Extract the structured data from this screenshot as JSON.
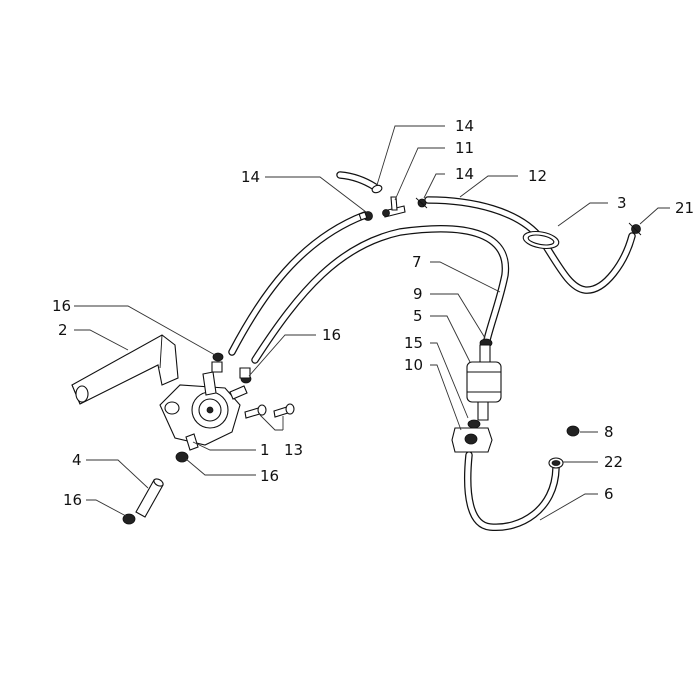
{
  "diagram": {
    "callouts": [
      {
        "id": "c14a",
        "text": "14"
      },
      {
        "id": "c11",
        "text": "11"
      },
      {
        "id": "c14b",
        "text": "14"
      },
      {
        "id": "c12",
        "text": "12"
      },
      {
        "id": "c14c",
        "text": "14"
      },
      {
        "id": "c3",
        "text": "3"
      },
      {
        "id": "c21",
        "text": "21"
      },
      {
        "id": "c7",
        "text": "7"
      },
      {
        "id": "c9",
        "text": "9"
      },
      {
        "id": "c5",
        "text": "5"
      },
      {
        "id": "c15",
        "text": "15"
      },
      {
        "id": "c10",
        "text": "10"
      },
      {
        "id": "c16a",
        "text": "16"
      },
      {
        "id": "c2",
        "text": "2"
      },
      {
        "id": "c16b",
        "text": "16"
      },
      {
        "id": "c13",
        "text": "13"
      },
      {
        "id": "c1",
        "text": "1"
      },
      {
        "id": "c16c",
        "text": "16"
      },
      {
        "id": "c4",
        "text": "4"
      },
      {
        "id": "c16d",
        "text": "16"
      },
      {
        "id": "c8",
        "text": "8"
      },
      {
        "id": "c22",
        "text": "22"
      },
      {
        "id": "c6",
        "text": "6"
      }
    ]
  }
}
